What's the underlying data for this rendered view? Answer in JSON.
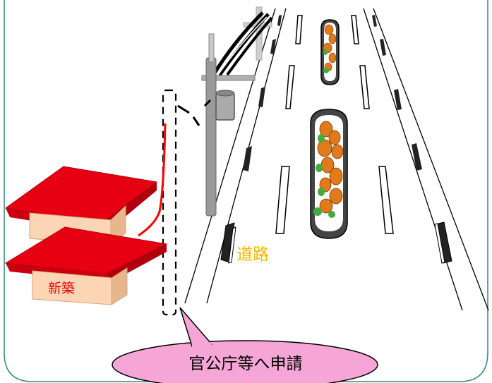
{
  "labels": {
    "house": "新築",
    "road": "道路",
    "callout": "官公庁等へ申請"
  },
  "colors": {
    "frame": "#2e8b7a",
    "roof": "#e60012",
    "wall": "#fcd5b4",
    "cable_red": "#ff0000",
    "callout_fill": "#f6a6d6",
    "road_label": "#f5b800",
    "house_label": "#e00000"
  },
  "icons": {
    "house": "house-icon",
    "utility_pole": "utility-pole-icon",
    "transformer": "transformer-icon",
    "planter": "planter-icon"
  }
}
